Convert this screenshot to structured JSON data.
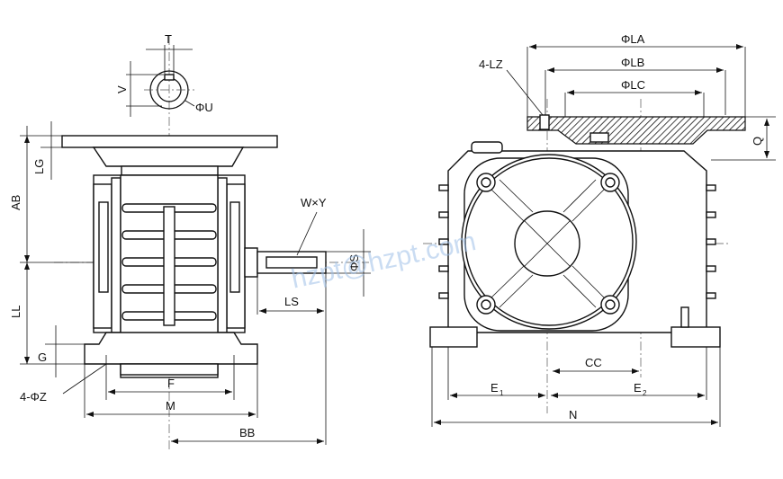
{
  "drawing": {
    "watermark": "hzpt@hzpt.com",
    "dimensions": {
      "T": "T",
      "V": "V",
      "U": "ΦU",
      "AB": "AB",
      "LG": "LG",
      "LL": "LL",
      "G": "G",
      "Z": "4-ΦZ",
      "F": "F",
      "M": "M",
      "BB": "BB",
      "WY": "W×Y",
      "S": "ΦS",
      "LS": "LS",
      "LZ": "4-LZ",
      "LA": "ΦLA",
      "LB": "ΦLB",
      "LC": "ΦLC",
      "Q": "Q",
      "CC": "CC",
      "E1": "E",
      "E1_sub": "1",
      "E2": "E",
      "E2_sub": "2",
      "N": "N"
    },
    "colors": {
      "line": "#111111",
      "watermark": "#9fc1e8"
    }
  }
}
